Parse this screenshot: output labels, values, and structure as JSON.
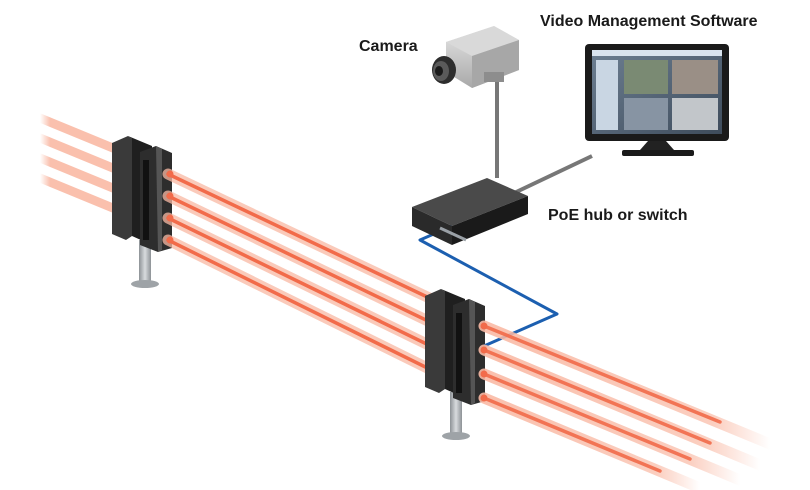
{
  "labels": {
    "camera": "Camera",
    "vms": "Video Management Software",
    "poe": "PoE hub or switch"
  },
  "colors": {
    "beam": "#f26b4a",
    "beam_glow": "#f9b9a4",
    "network_cable": "#1c5fb0",
    "grey_cable": "#777777",
    "tower": "#2c2c2c",
    "post": "#b4b8bc"
  },
  "icons": [
    "camera-icon",
    "monitor-icon",
    "network-switch-icon",
    "beam-tower-icon"
  ]
}
